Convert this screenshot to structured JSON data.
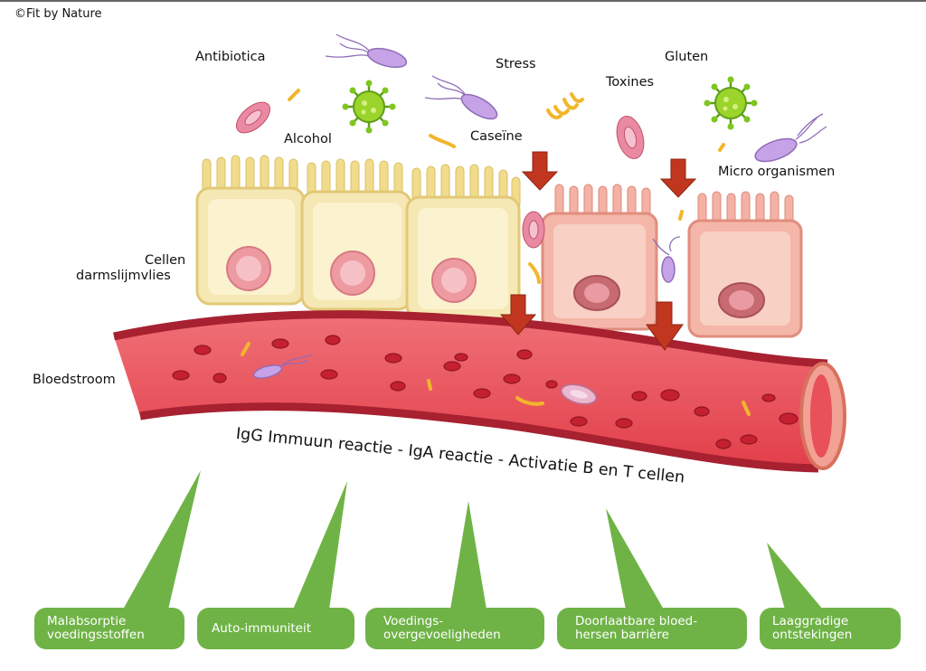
{
  "copyright": "©Fit by Nature",
  "stressors": {
    "antibiotica": "Antibiotica",
    "stress": "Stress",
    "gluten": "Gluten",
    "toxines": "Toxines",
    "alcohol": "Alcohol",
    "caseine": "Caseïne",
    "micro": "Micro organismen"
  },
  "cells_label": [
    "Cellen",
    "darmslijmvlies"
  ],
  "bloodstream_label": "Bloedstroom",
  "reaction_text": "IgG Immuun reactie  - IgA reactie  - Activatie B en T cellen",
  "outcomes": [
    {
      "line1": "Malabsorptie",
      "line2": "voedingsstoffen"
    },
    {
      "line1": "Auto-immuniteit",
      "line2": ""
    },
    {
      "line1": "Voedings-",
      "line2": "overgevoeligheden"
    },
    {
      "line1": "Doorlaatbare bloed-",
      "line2": "hersen barrière"
    },
    {
      "line1": "Laaggradige",
      "line2": "ontstekingen"
    }
  ],
  "colors": {
    "healthy_cell": "#f5e9b8",
    "damaged_cell": "#f4b3a4",
    "vessel": "#e8505a",
    "arrow": "#c1361f",
    "outcome_green": "#6fb346"
  }
}
